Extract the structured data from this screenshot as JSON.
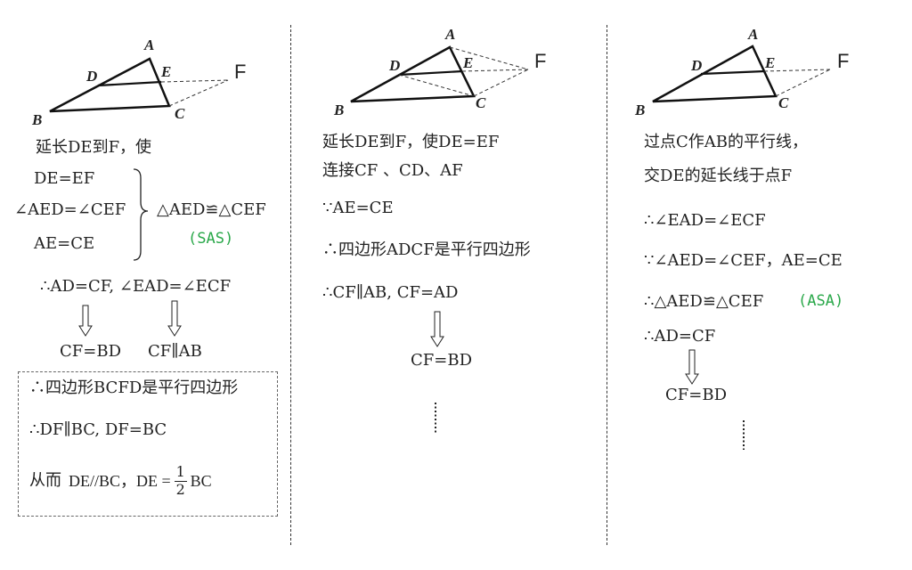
{
  "points": {
    "A": "A",
    "B": "B",
    "C": "C",
    "D": "D",
    "E": "E",
    "F": "F"
  },
  "left": {
    "line1": "延长DE到F，使",
    "cond1": "DE=EF",
    "cond2": "∠AED=∠CEF",
    "cond3": "AE=CE",
    "congruent": "△AED≌△CEF",
    "method": "(SAS)",
    "therefore1": "∴AD=CF, ∠EAD=∠ECF",
    "result1": "CF=BD",
    "result2": "CF∥AB",
    "box_line1": "∴四边形BCFD是平行四边形",
    "box_line2": "∴DF∥BC, DF=BC",
    "box_line3_prefix": "从而",
    "box_line3_mid": "DE//BC，DE =",
    "box_frac_num": "1",
    "box_frac_den": "2",
    "box_line3_suffix": "BC"
  },
  "middle": {
    "line1": "延长DE到F，使DE=EF",
    "line2": "连接CF 、CD、AF",
    "line3": "∵AE=CE",
    "line4": "∴四边形ADCF是平行四边形",
    "line5": "∴CF∥AB, CF=AD",
    "result": "CF=BD"
  },
  "right": {
    "line1": "过点C作AB的平行线，",
    "line2": "交DE的延长线于点F",
    "line3": "∴∠EAD=∠ECF",
    "line4": "∵∠AED=∠CEF，AE=CE",
    "line5": "∴△AED≌△CEF",
    "method": "(ASA)",
    "line6": "∴AD=CF",
    "result": "CF=BD"
  }
}
